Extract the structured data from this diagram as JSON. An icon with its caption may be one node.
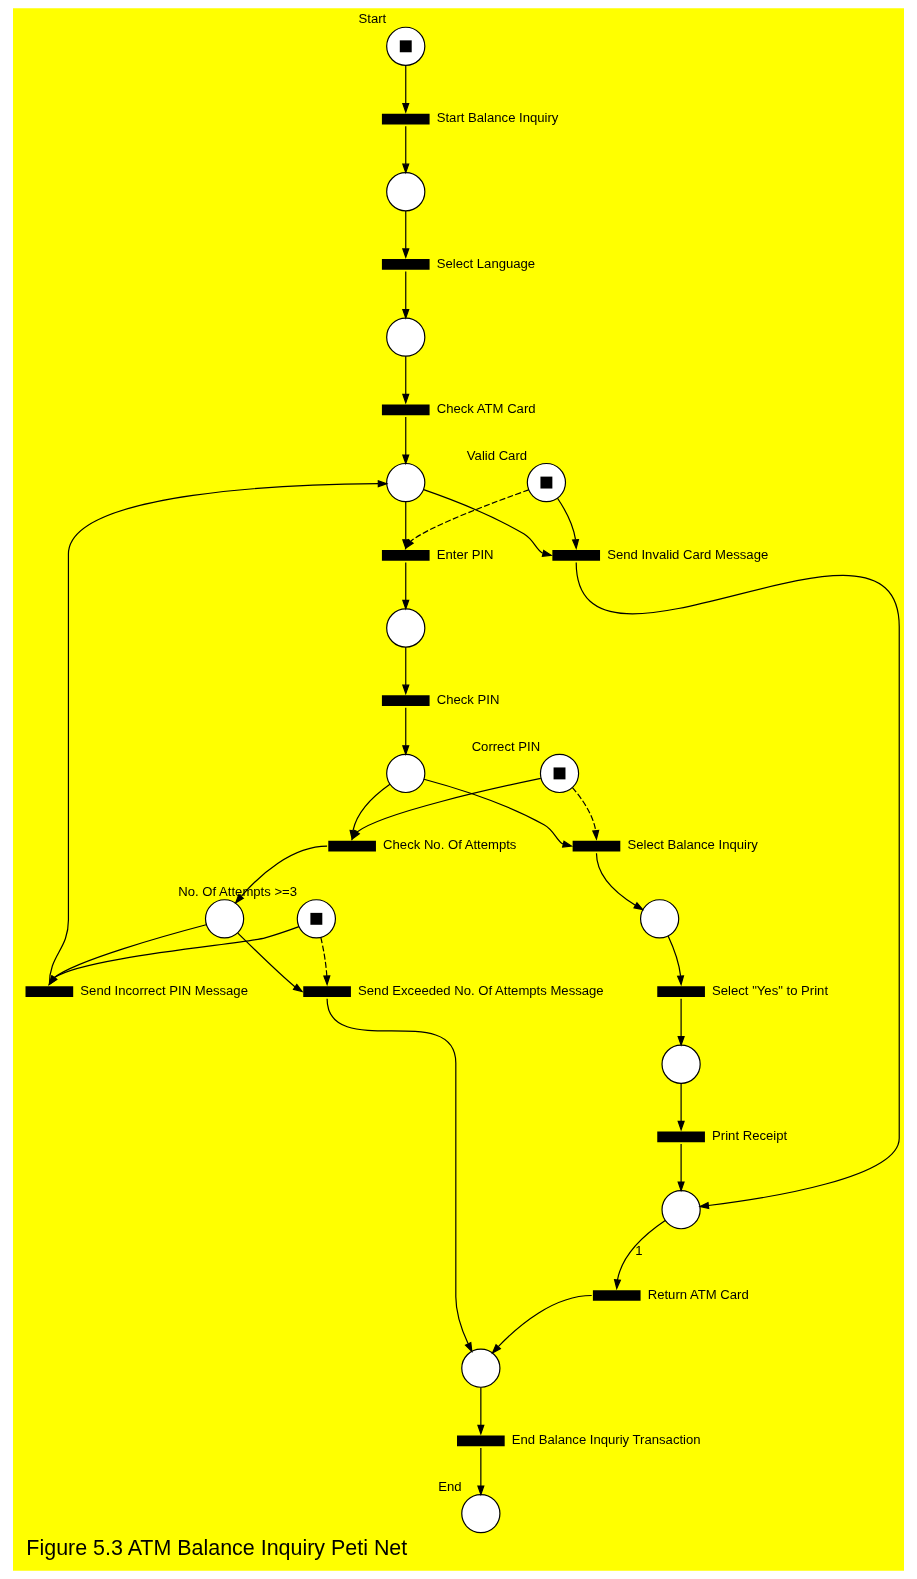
{
  "diagram": {
    "title": "Figure 5.3 ATM Balance Inquiry Peti Net",
    "nodes": [
      {
        "text": [],
        "shape": "circle",
        "beside": [
          "Start"
        ]
      },
      {
        "text": [],
        "shape": "bar",
        "beside": [
          "Start Balance Inquiry"
        ]
      },
      {
        "text": [],
        "shape": "circle"
      },
      {
        "text": [],
        "shape": "bar",
        "beside": [
          "Select Language"
        ]
      },
      {
        "text": [],
        "shape": "circle"
      },
      {
        "text": [],
        "shape": "bar",
        "beside": [
          "Check ATM Card"
        ]
      },
      {
        "text": [],
        "shape": "circle"
      },
      {
        "text": [],
        "shape": "circle",
        "beside": [
          "Valid Card"
        ]
      },
      {
        "text": [],
        "shape": "bar",
        "beside": [
          "Enter PIN"
        ]
      },
      {
        "text": [],
        "shape": "bar",
        "beside": [
          "Send Invalid Card Message"
        ]
      },
      {
        "text": [],
        "shape": "circle"
      },
      {
        "text": [],
        "shape": "bar",
        "beside": [
          "Check PIN"
        ]
      },
      {
        "text": [],
        "shape": "circle",
        "beside": [
          "Correct PIN"
        ]
      },
      {
        "text": [],
        "shape": "circle"
      },
      {
        "text": [],
        "shape": "bar",
        "beside": [
          "Check No. Of Attempts"
        ]
      },
      {
        "text": [],
        "shape": "bar",
        "beside": [
          "Select Balance Inquiry"
        ]
      },
      {
        "text": [],
        "shape": "circle",
        "beside": [
          "No. Of Attempts >=3"
        ]
      },
      {
        "text": [],
        "shape": "circle"
      },
      {
        "text": [],
        "shape": "bar",
        "beside": [
          "Send Incorrect PIN Message"
        ]
      },
      {
        "text": [],
        "shape": "bar",
        "beside": [
          "Send Exceeded No. Of Attempts Message"
        ]
      },
      {
        "text": [],
        "shape": "circle"
      },
      {
        "text": [],
        "shape": "bar",
        "beside": [
          "Select \"Yes\" to Print"
        ]
      },
      {
        "text": [],
        "shape": "circle"
      },
      {
        "text": [],
        "shape": "bar",
        "beside": [
          "Print Receipt"
        ]
      },
      {
        "text": [],
        "shape": "circle"
      },
      {
        "text": [],
        "shape": "bar",
        "beside": [
          "Return ATM Card"
        ]
      },
      {
        "text": [],
        "shape": "circle"
      },
      {
        "text": [],
        "shape": "bar",
        "beside": [
          "End Balance Inquriy Transaction"
        ]
      },
      {
        "text": [],
        "shape": "circle",
        "beside": [
          "End"
        ]
      }
    ],
    "edges": [
      {
        "from": 0,
        "to": 1,
        "arrow": "to"
      },
      {
        "from": 1,
        "to": 2,
        "arrow": "to"
      },
      {
        "from": 2,
        "to": 3,
        "arrow": "to"
      },
      {
        "from": 3,
        "to": 4,
        "arrow": "to"
      },
      {
        "from": 4,
        "to": 5,
        "arrow": "to"
      },
      {
        "from": 5,
        "to": 6,
        "arrow": "to"
      },
      {
        "from": 6,
        "to": 8,
        "arrow": "to"
      },
      {
        "from": 7,
        "to": 8,
        "arrow": "to",
        "style": "dashed"
      },
      {
        "from": 6,
        "to": 9,
        "arrow": "to"
      },
      {
        "from": 7,
        "to": 9,
        "arrow": "to"
      },
      {
        "from": 8,
        "to": 10,
        "arrow": "to"
      },
      {
        "from": 10,
        "to": 11,
        "arrow": "to"
      },
      {
        "from": 11,
        "to": 13,
        "arrow": "to"
      },
      {
        "from": 13,
        "to": 15,
        "arrow": "to"
      },
      {
        "from": 12,
        "to": 15,
        "arrow": "to",
        "style": "dashed"
      },
      {
        "from": 13,
        "to": 14,
        "arrow": "to"
      },
      {
        "from": 12,
        "to": 14,
        "arrow": "to"
      },
      {
        "from": 14,
        "to": 17,
        "arrow": "to"
      },
      {
        "from": 17,
        "to": 18,
        "arrow": "to"
      },
      {
        "from": 16,
        "to": 18,
        "arrow": "to"
      },
      {
        "from": 17,
        "to": 19,
        "arrow": "to"
      },
      {
        "from": 16,
        "to": 19,
        "arrow": "to",
        "style": "dashed"
      },
      {
        "from": 18,
        "to": 6,
        "arrow": "to"
      },
      {
        "from": 15,
        "to": 20,
        "arrow": "to"
      },
      {
        "from": 20,
        "to": 21,
        "arrow": "to"
      },
      {
        "from": 21,
        "to": 22,
        "arrow": "to"
      },
      {
        "from": 22,
        "to": 23,
        "arrow": "to"
      },
      {
        "from": 23,
        "to": 24,
        "arrow": "to"
      },
      {
        "from": 9,
        "to": 24,
        "arrow": "to"
      },
      {
        "from": 24,
        "to": 25,
        "arrow": "to",
        "label": "1"
      },
      {
        "from": 25,
        "to": 26,
        "arrow": "to"
      },
      {
        "from": 19,
        "to": 26,
        "arrow": "to"
      },
      {
        "from": 26,
        "to": 27,
        "arrow": "to"
      },
      {
        "from": 27,
        "to": 28,
        "arrow": "to"
      }
    ]
  }
}
